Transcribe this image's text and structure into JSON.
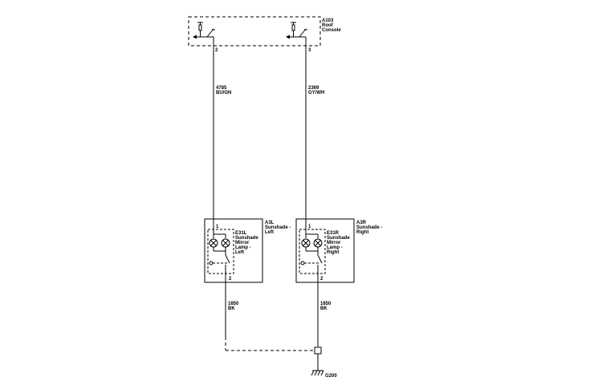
{
  "roof_console": {
    "id": "A103",
    "name_line1": "Roof",
    "name_line2": "Console",
    "pin_left": "2",
    "pin_right": "3"
  },
  "wire_left_upper": {
    "circuit": "4785",
    "color": "BU/GN"
  },
  "wire_right_upper": {
    "circuit": "2369",
    "color": "GY/WH"
  },
  "sunshade_left": {
    "id": "A3L",
    "name_line1": "Sunshade -",
    "name_line2": "Left",
    "lamp_id": "E31L",
    "lamp_line1": "Sunshade",
    "lamp_line2": "Mirror",
    "lamp_line3": "Lamp -",
    "lamp_line4": "Left",
    "pin_top": "1",
    "pin_bottom": "2"
  },
  "sunshade_right": {
    "id": "A3R",
    "name_line1": "Sunshade -",
    "name_line2": "Right",
    "lamp_id": "E31R",
    "lamp_line1": "Sunshade",
    "lamp_line2": "Mirror",
    "lamp_line3": "Lamp -",
    "lamp_line4": "Right",
    "pin_top": "1",
    "pin_bottom": "2"
  },
  "wire_left_lower": {
    "circuit": "1850",
    "color": "BK"
  },
  "wire_right_lower": {
    "circuit": "1850",
    "color": "BK"
  },
  "ground": {
    "id": "G200"
  }
}
